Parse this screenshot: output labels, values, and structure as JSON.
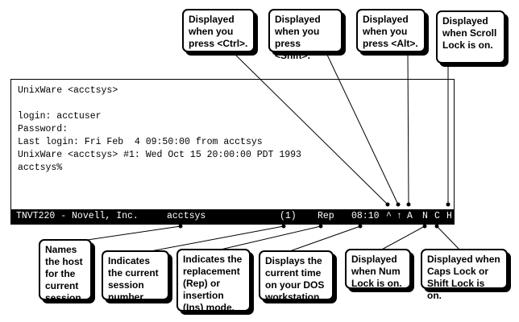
{
  "terminal": {
    "lines": [
      "UnixWare <acctsys>",
      "",
      "login: acctuser",
      "Password:",
      "Last login: Fri Feb  4 09:50:00 from acctsys",
      "UnixWare <acctsys> #1: Wed Oct 15 20:00:00 PDT 1993",
      "acctsys%"
    ],
    "status_bar": {
      "terminal_type": "TNVT220 - Novell, Inc.",
      "host": "acctsys",
      "session": "(1)",
      "mode": "Rep",
      "time": "08:10",
      "ctrl_indicator": "^",
      "shift_indicator": "↑",
      "alt_indicator": "A",
      "num_lock_indicator": "N",
      "caps_lock_indicator": "C",
      "scroll_lock_indicator": "H"
    }
  },
  "callouts": {
    "ctrl": "Displayed when you press <Ctrl>.",
    "shift": "Displayed when you press <Shift>.",
    "alt": "Displayed when you press <Alt>.",
    "scroll_lock": "Displayed when Scroll Lock is on.",
    "host": "Names the host for the current session.",
    "session": "Indicates the current session number.",
    "mode": "Indicates the replacement (Rep) or insertion (Ins) mode.",
    "time": "Displays the current time on your DOS workstation.",
    "num_lock": "Displayed when Num Lock is on.",
    "caps_lock": "Displayed when Caps Lock or Shift Lock is on."
  }
}
